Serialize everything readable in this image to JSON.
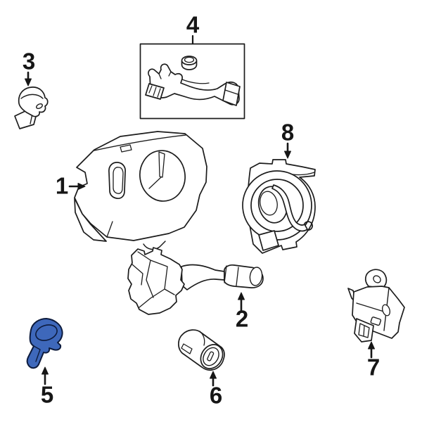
{
  "diagram": {
    "background_color": "#ffffff",
    "line_color": "#1c1c1c",
    "highlight_color": "#3e68bb",
    "highlighted_callout": "5",
    "callouts": [
      {
        "label": "1"
      },
      {
        "label": "2"
      },
      {
        "label": "3"
      },
      {
        "label": "4"
      },
      {
        "label": "5"
      },
      {
        "label": "6"
      },
      {
        "label": "7"
      },
      {
        "label": "8"
      }
    ]
  }
}
